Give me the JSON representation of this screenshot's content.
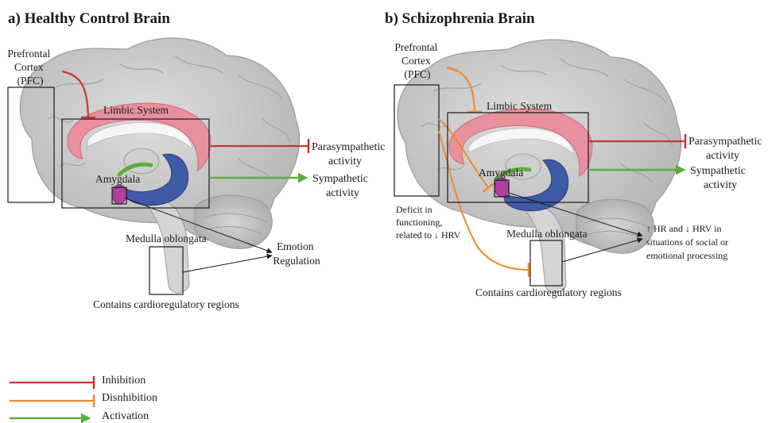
{
  "panel_a": {
    "title": "a) Healthy Control Brain",
    "pfc_label": [
      "Prefrontal",
      "Cortex",
      "(PFC)"
    ],
    "limbic_label": "Limbic System",
    "amygdala_label": "Amygdala",
    "parasympathetic_label": [
      "Parasympathetic",
      "activity"
    ],
    "sympathetic_label": [
      "Sympathetic",
      "activity"
    ],
    "medulla_label": "Medulla oblongata",
    "emotion_label": [
      "Emotion",
      "Regulation"
    ],
    "cardio_label": "Contains cardioregulatory regions"
  },
  "panel_b": {
    "title": "b) Schizophrenia Brain",
    "pfc_label": [
      "Prefrontal",
      "Cortex",
      "(PFC)"
    ],
    "limbic_label": "Limbic System",
    "amygdala_label": "Amygdala",
    "parasympathetic_label": [
      "Parasympathetic",
      "activity"
    ],
    "sympathetic_label": [
      "Sympathetic",
      "activity"
    ],
    "medulla_label": "Medulla oblongata",
    "deficit_label": [
      "Deficit in",
      "functioning,",
      "related to ↓ HRV"
    ],
    "hr_label": [
      "↑ HR and ↓ HRV in",
      "situations of social or",
      "emotional processing"
    ],
    "cardio_label": "Contains cardioregulatory regions"
  },
  "legend": [
    {
      "label": "Inhibition",
      "color": "#c8372d",
      "arrow": "bar"
    },
    {
      "label": "Disnhibition",
      "color": "#ee8a2a",
      "arrow": "bar"
    },
    {
      "label": "Activation",
      "color": "#5aad3c",
      "arrow": "triangle"
    }
  ],
  "colors": {
    "inhibition": "#c8372d",
    "disinhibition": "#ee8a2a",
    "activation": "#5aad3c",
    "brain_gray": "#c9c9c9",
    "cingulate_pink": "#e8909c",
    "hippocampus_blue": "#3f5aa6",
    "amygdala_purple": "#b23fa0"
  }
}
